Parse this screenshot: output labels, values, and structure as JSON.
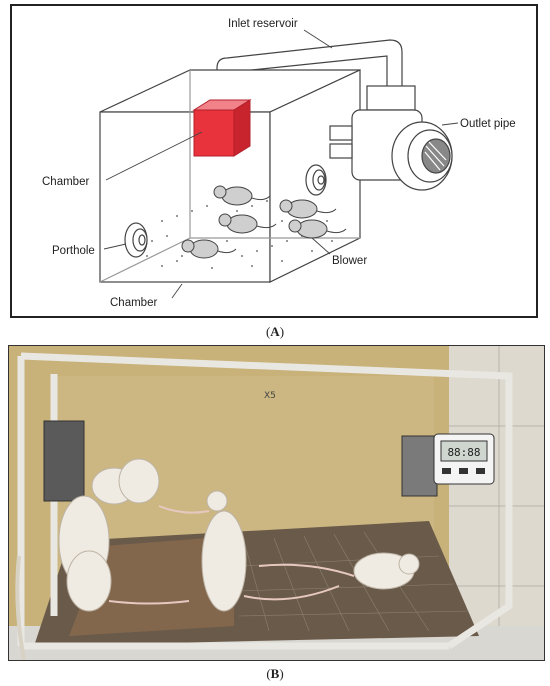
{
  "panel_a": {
    "labels": {
      "inlet": "Inlet reservoir",
      "outlet": "Outlet pipe",
      "chamber_top": "Chamber",
      "porthole": "Porthole",
      "blower": "Blower",
      "chamber_bottom": "Chamber"
    },
    "caption_prefix": "(",
    "caption_letter": "A",
    "caption_suffix": ")",
    "accent_color": "#e8323c"
  },
  "panel_b": {
    "cage_tag": "X5",
    "caption_prefix": "(",
    "caption_letter": "B",
    "caption_suffix": ")",
    "timer_display": "88:88"
  }
}
